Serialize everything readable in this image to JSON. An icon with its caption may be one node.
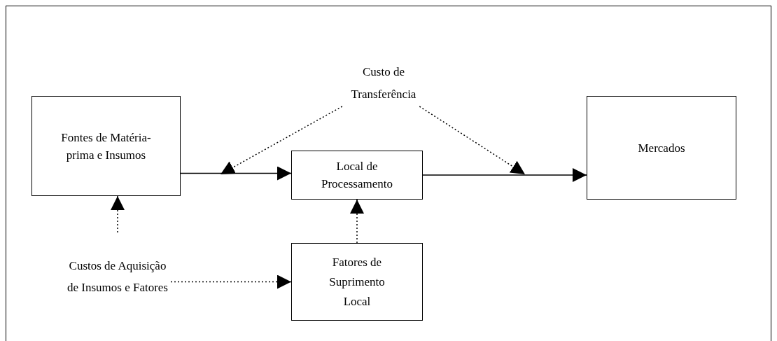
{
  "diagram": {
    "nodes": [
      {
        "text": [
          "Fontes de Matéria-prima e Insumos"
        ]
      },
      {
        "text": [
          "Custo de Transferência"
        ]
      },
      {
        "text": [
          "Local de Processamento"
        ]
      },
      {
        "text": [
          "Mercados"
        ]
      },
      {
        "text": [
          "Fatores de Suprimento Local"
        ]
      },
      {
        "text": [
          "Custos de Aquisição de Insumos e Fatores"
        ]
      }
    ],
    "edges": [
      {
        "from": 0,
        "to": 2,
        "arrow": "to"
      },
      {
        "from": 2,
        "to": 3,
        "arrow": "to"
      },
      {
        "from": 1,
        "to": null,
        "arrow": "to",
        "style": "dashed"
      },
      {
        "from": 1,
        "to": null,
        "arrow": "to",
        "style": "dashed"
      },
      {
        "from": 5,
        "to": 0,
        "arrow": "to",
        "style": "dashed"
      },
      {
        "from": 5,
        "to": 4,
        "arrow": "to",
        "style": "dashed"
      },
      {
        "from": 4,
        "to": 2,
        "arrow": "to",
        "style": "dashed"
      }
    ]
  }
}
